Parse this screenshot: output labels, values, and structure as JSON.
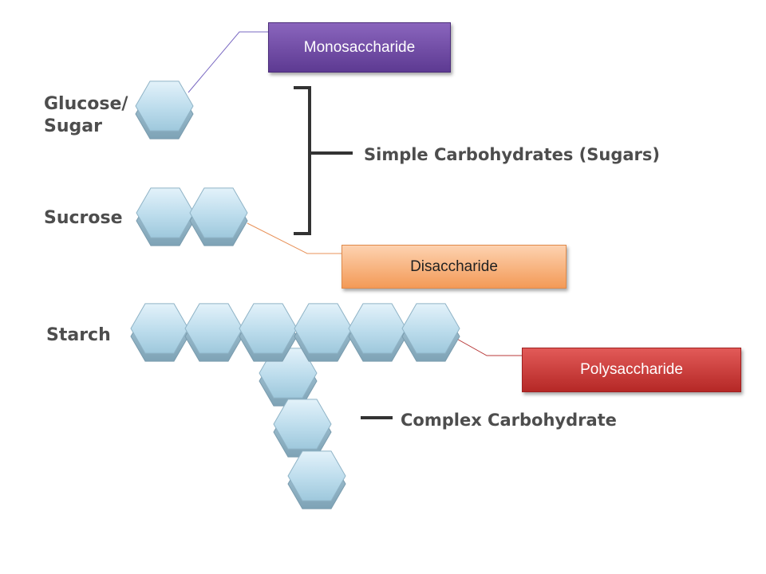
{
  "labels": {
    "glucose_line1": "Glucose/",
    "glucose_line2": "Sugar",
    "sucrose": "Sucrose",
    "starch": "Starch",
    "simple_carbs": "Simple Carbohydrates (Sugars)",
    "complex_carbs": "Complex Carbohydrate"
  },
  "callouts": {
    "monosaccharide": "Monosaccharide",
    "disaccharide": "Disaccharide",
    "polysaccharide": "Polysaccharide"
  },
  "colors": {
    "hexagon_fill": "#bcdcec",
    "hexagon_side": "#8fb3c6",
    "label_text": "#4d4d4d",
    "monosaccharide_box": "#6f4aa3",
    "disaccharide_box": "#f7b27d",
    "polysaccharide_box": "#c93b39"
  }
}
